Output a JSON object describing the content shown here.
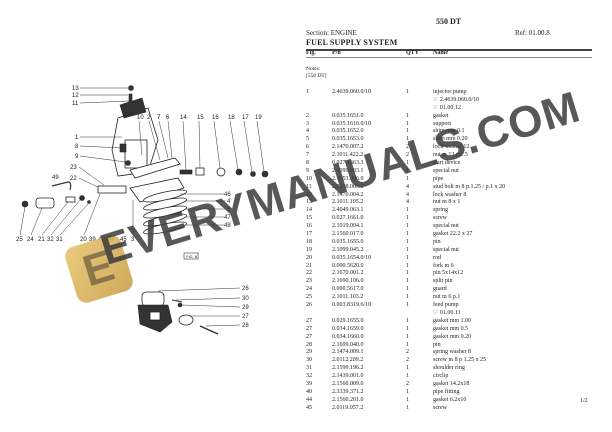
{
  "header": {
    "model": "550 DT",
    "section": "Section: ENGINE",
    "ref": "Ref: 01.00.8",
    "title": "FUEL SUPPLY SYSTEM"
  },
  "columns": {
    "fig": "Fig.",
    "pn": "P/n",
    "qty": "QTY",
    "name": "Name"
  },
  "notes": {
    "label": "Notes:",
    "value": "[550 DT]"
  },
  "rows": [
    {
      "fig": "1",
      "pn": "2.4639.060.0/10",
      "qty": "1",
      "name": "injector pump",
      "subs": [
        "☞ 2.4639.060.0/10",
        "☞ 01.00.12"
      ]
    },
    {
      "fig": "2",
      "pn": "0.035.1651.0",
      "qty": "1",
      "name": "gasket"
    },
    {
      "fig": "3",
      "pn": "0.035.1610.0/10",
      "qty": "1",
      "name": "support"
    },
    {
      "fig": "4",
      "pn": "0.035.1652.0",
      "qty": "1",
      "name": "shim mm 0.1"
    },
    {
      "fig": "5",
      "pn": "0.035.1653.0",
      "qty": "1",
      "name": "shim mm 0.20"
    },
    {
      "fig": "6",
      "pn": "2.1470.007.2",
      "qty": "2",
      "name": "lock washer 12"
    },
    {
      "fig": "7",
      "pn": "2.1011.422.2",
      "qty": "2",
      "name": "nut m 12 p.1.5"
    },
    {
      "fig": "8",
      "pn": "0.027.1663.3",
      "qty": "1",
      "name": "start device"
    },
    {
      "fig": "9",
      "pn": "2.1099.033.1",
      "qty": "1",
      "name": "special nut"
    },
    {
      "fig": "10",
      "pn": "2.1653.306.0",
      "qty": "1",
      "name": "pipe"
    },
    {
      "fig": "11",
      "pn": "2.0438.003.2",
      "qty": "4",
      "name": "stud bolt m 8 p.1.25 / p.1 x 20"
    },
    {
      "fig": "12",
      "pn": "2.1470.004.2",
      "qty": "4",
      "name": "lock washer 8"
    },
    {
      "fig": "13",
      "pn": "2.1011.105.2",
      "qty": "4",
      "name": "nut m 8 x 1"
    },
    {
      "fig": "14",
      "pn": "2.4049.063.1",
      "qty": "1",
      "name": "spring"
    },
    {
      "fig": "15",
      "pn": "0.027.1661.0",
      "qty": "1",
      "name": "screw"
    },
    {
      "fig": "16",
      "pn": "2.1019.004.1",
      "qty": "1",
      "name": "special nut"
    },
    {
      "fig": "17",
      "pn": "2.1560.017.0",
      "qty": "1",
      "name": "gasket 22.2 x 27"
    },
    {
      "fig": "18",
      "pn": "0.035.1655.0",
      "qty": "1",
      "name": "pin"
    },
    {
      "fig": "19",
      "pn": "2.1099.045.2",
      "qty": "1",
      "name": "special nut"
    },
    {
      "fig": "20",
      "pn": "0.035.1654.0/10",
      "qty": "1",
      "name": "rod"
    },
    {
      "fig": "21",
      "pn": "0.000.5620.0",
      "qty": "1",
      "name": "fork m 6"
    },
    {
      "fig": "22",
      "pn": "2.1670.001.2",
      "qty": "1",
      "name": "pin 5x14x12"
    },
    {
      "fig": "23",
      "pn": "2.1690.106.0",
      "qty": "1",
      "name": "split pin"
    },
    {
      "fig": "24",
      "pn": "0.000.5617.0",
      "qty": "1",
      "name": "guard"
    },
    {
      "fig": "25",
      "pn": "2.1011.103.2",
      "qty": "1",
      "name": "nut m 6 p.1"
    },
    {
      "fig": "26",
      "pn": "0.003.8319.6/10",
      "qty": "1",
      "name": "feed pump",
      "subs": [
        "☞ 01.00.11"
      ]
    },
    {
      "fig": "27",
      "pn": "0.029.1655.0",
      "qty": "1",
      "name": "gasket mm 1.00"
    },
    {
      "fig": "27",
      "pn": "0.034.1659.0",
      "qty": "1",
      "name": "gasket mm 0.5"
    },
    {
      "fig": "27",
      "pn": "0.034.1660.0",
      "qty": "1",
      "name": "gasket mm 0.20"
    },
    {
      "fig": "28",
      "pn": "2.1699.040.0",
      "qty": "1",
      "name": "pin"
    },
    {
      "fig": "29",
      "pn": "2.1474.009.1",
      "qty": "2",
      "name": "spring washer 8"
    },
    {
      "fig": "30",
      "pn": "2.0112.209.2",
      "qty": "2",
      "name": "screw m 8 p 1.25 x 25"
    },
    {
      "fig": "31",
      "pn": "2.1599.196.2",
      "qty": "1",
      "name": "shoulder ring"
    },
    {
      "fig": "32",
      "pn": "2.1439.001.0",
      "qty": "1",
      "name": "circlip"
    },
    {
      "fig": "39",
      "pn": "2.1560.009.0",
      "qty": "2",
      "name": "gasket 14.2x18"
    },
    {
      "fig": "40",
      "pn": "2.3339.371.2",
      "qty": "1",
      "name": "pipe fitting"
    },
    {
      "fig": "44",
      "pn": "2.1560.201.0",
      "qty": "1",
      "name": "gasket 6.2x10"
    },
    {
      "fig": "45",
      "pn": "2.0119.057.2",
      "qty": "1",
      "name": "screw"
    }
  ],
  "page": "1/2",
  "diagram": {
    "fig_label": "FIG. 8",
    "callouts_left": [
      "13",
      "12",
      "11",
      "1",
      "8",
      "9",
      "23",
      "22",
      "49"
    ],
    "callouts_top": [
      "10",
      "2",
      "7",
      "6",
      "14",
      "15",
      "16",
      "18",
      "17",
      "19"
    ],
    "callouts_right": [
      "46",
      "4",
      "5",
      "47",
      "48"
    ],
    "callouts_bottom": [
      "25",
      "24",
      "21",
      "32",
      "31",
      "20",
      "39",
      "40",
      "44",
      "45",
      "3"
    ],
    "callouts_pump": [
      "26",
      "30",
      "29",
      "27",
      "28"
    ]
  },
  "watermark": {
    "text": "EVERYMANUALS.COM",
    "logo_letter": "E"
  }
}
